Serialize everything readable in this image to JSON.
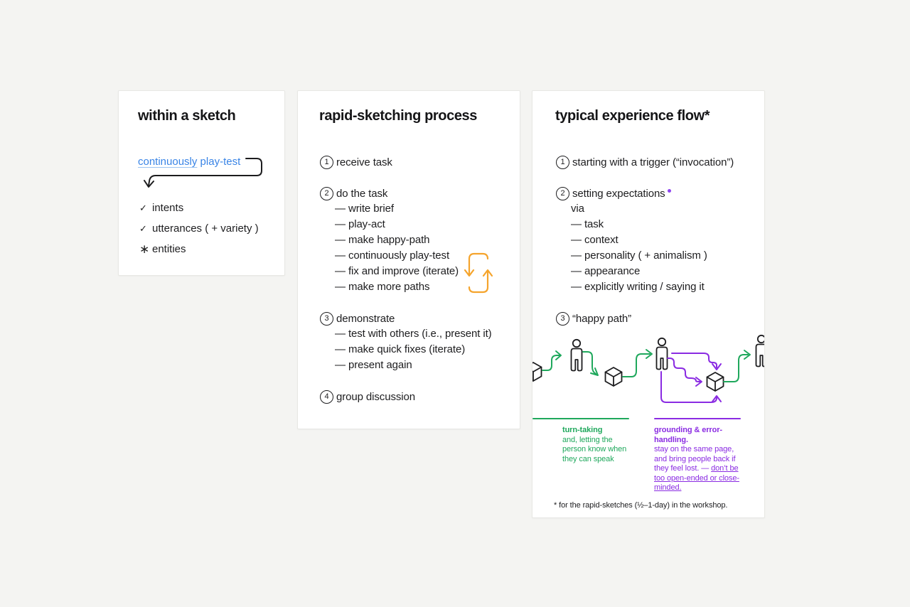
{
  "colors": {
    "page_bg": "#f4f4f2",
    "card_bg": "#ffffff",
    "card_border": "#e7e7e4",
    "text": "#1d1d1f",
    "link_blue": "#3984e6",
    "green": "#1fa85c",
    "purple": "#8a2be2",
    "dot_purple": "#8e44f0",
    "orange": "#f5a42c"
  },
  "card1": {
    "title": "within a sketch",
    "link": {
      "underlined": "continuously",
      "rest": " play-test"
    },
    "items": [
      {
        "glyph": "✓",
        "label": "intents"
      },
      {
        "glyph": "✓",
        "label": "utterances ( + variety )"
      },
      {
        "glyph": "∗",
        "label": "entities"
      }
    ]
  },
  "card2": {
    "title": "rapid-sketching process",
    "sections": [
      {
        "num": "1",
        "head": "receive task",
        "subs": []
      },
      {
        "num": "2",
        "head": "do the task",
        "subs": [
          "— write brief",
          "— play-act",
          "— make happy-path",
          "— continuously play-test",
          "— fix and improve (iterate)",
          "— make more paths"
        ]
      },
      {
        "num": "3",
        "head": "demonstrate",
        "subs": [
          "— test with others (i.e., present it)",
          "— make quick fixes (iterate)",
          "— present again"
        ]
      },
      {
        "num": "4",
        "head": "group discussion",
        "subs": []
      }
    ],
    "loop_icon": "iterate-cycle"
  },
  "card3": {
    "title": "typical experience flow*",
    "sections": [
      {
        "num": "1",
        "head": "starting with a trigger (“invocation”)",
        "subs": []
      },
      {
        "num": "2",
        "head": "setting expectations",
        "subs": [
          "via",
          "— task",
          "— context",
          "— personality ( + animalism )",
          "— appearance",
          "— explicitly writing / saying it"
        ]
      },
      {
        "num": "3",
        "head": "“happy path”",
        "subs": []
      }
    ],
    "flow_sequence": [
      "cube",
      "person",
      "cube",
      "person",
      "cube",
      "person"
    ],
    "notes": {
      "green": {
        "title": "turn-taking",
        "body": "and, letting the person know when they can speak"
      },
      "purple": {
        "title": "grounding & error-handling.",
        "body": "stay on the same page, and bring people back if they feel lost. — ",
        "underlined": "don’t be too open-ended or close-minded."
      }
    },
    "footnote": "* for the rapid-sketches (½–1-day) in the workshop."
  }
}
